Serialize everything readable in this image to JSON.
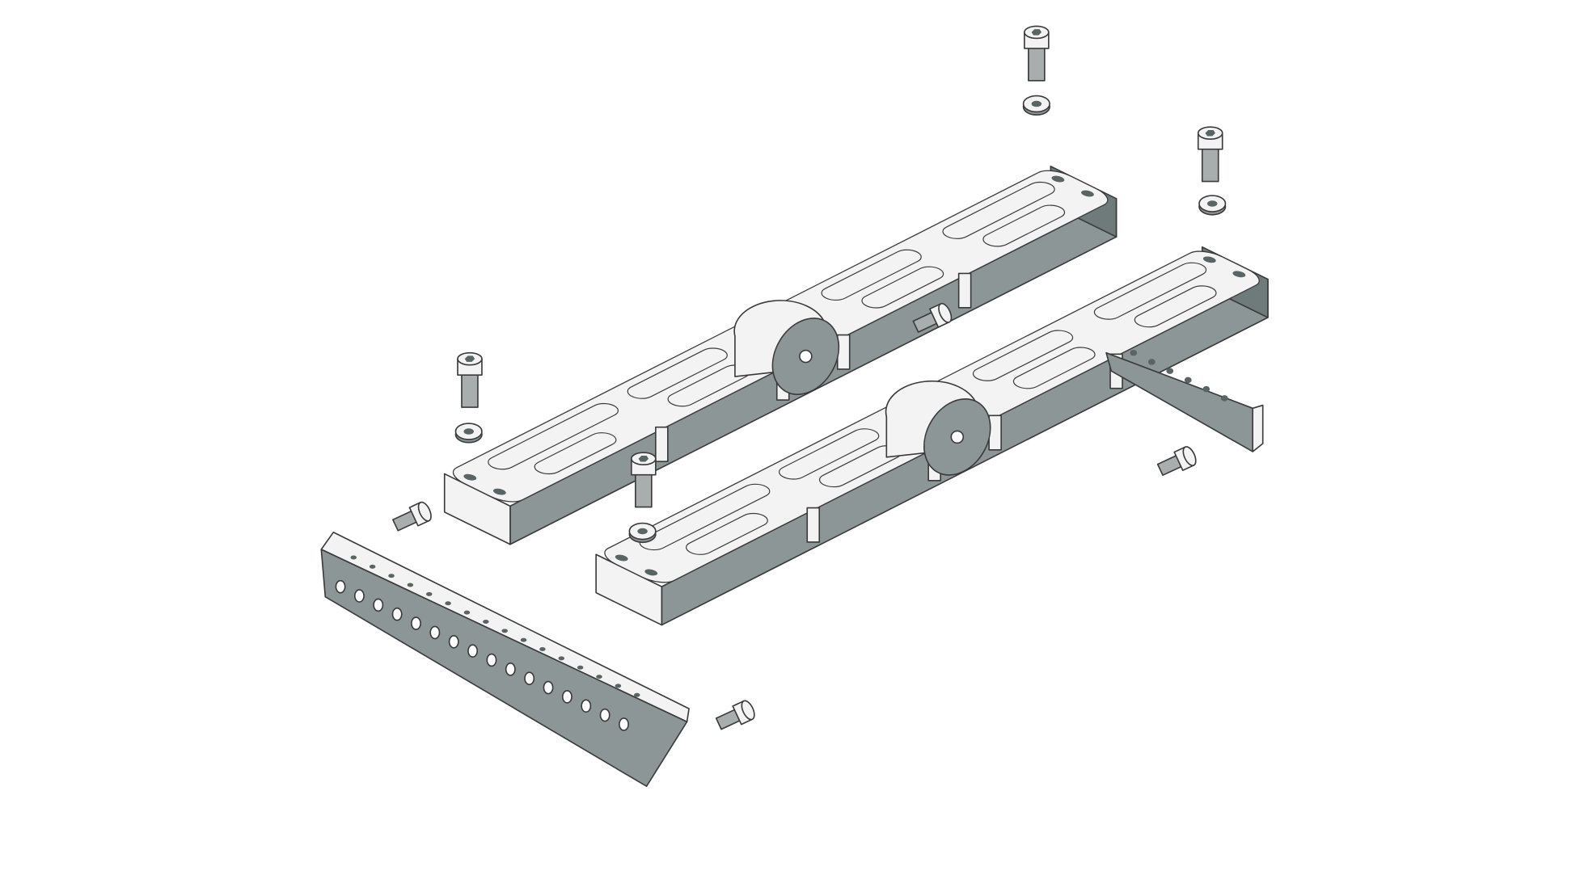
{
  "figure": {
    "kind": "exploded isometric assembly drawing",
    "colors": {
      "background": "#ffffff",
      "top_face": "#f3f3f3",
      "side_face": "#8c9696",
      "dark_face": "#6f7a7a",
      "outline": "#3a3a3a",
      "hole": "#5a6464"
    },
    "parts": {
      "brackets": 2,
      "angle_bars": 2,
      "vertical_bolts": 4,
      "washers": 4,
      "horizontal_bolts": 4
    }
  }
}
